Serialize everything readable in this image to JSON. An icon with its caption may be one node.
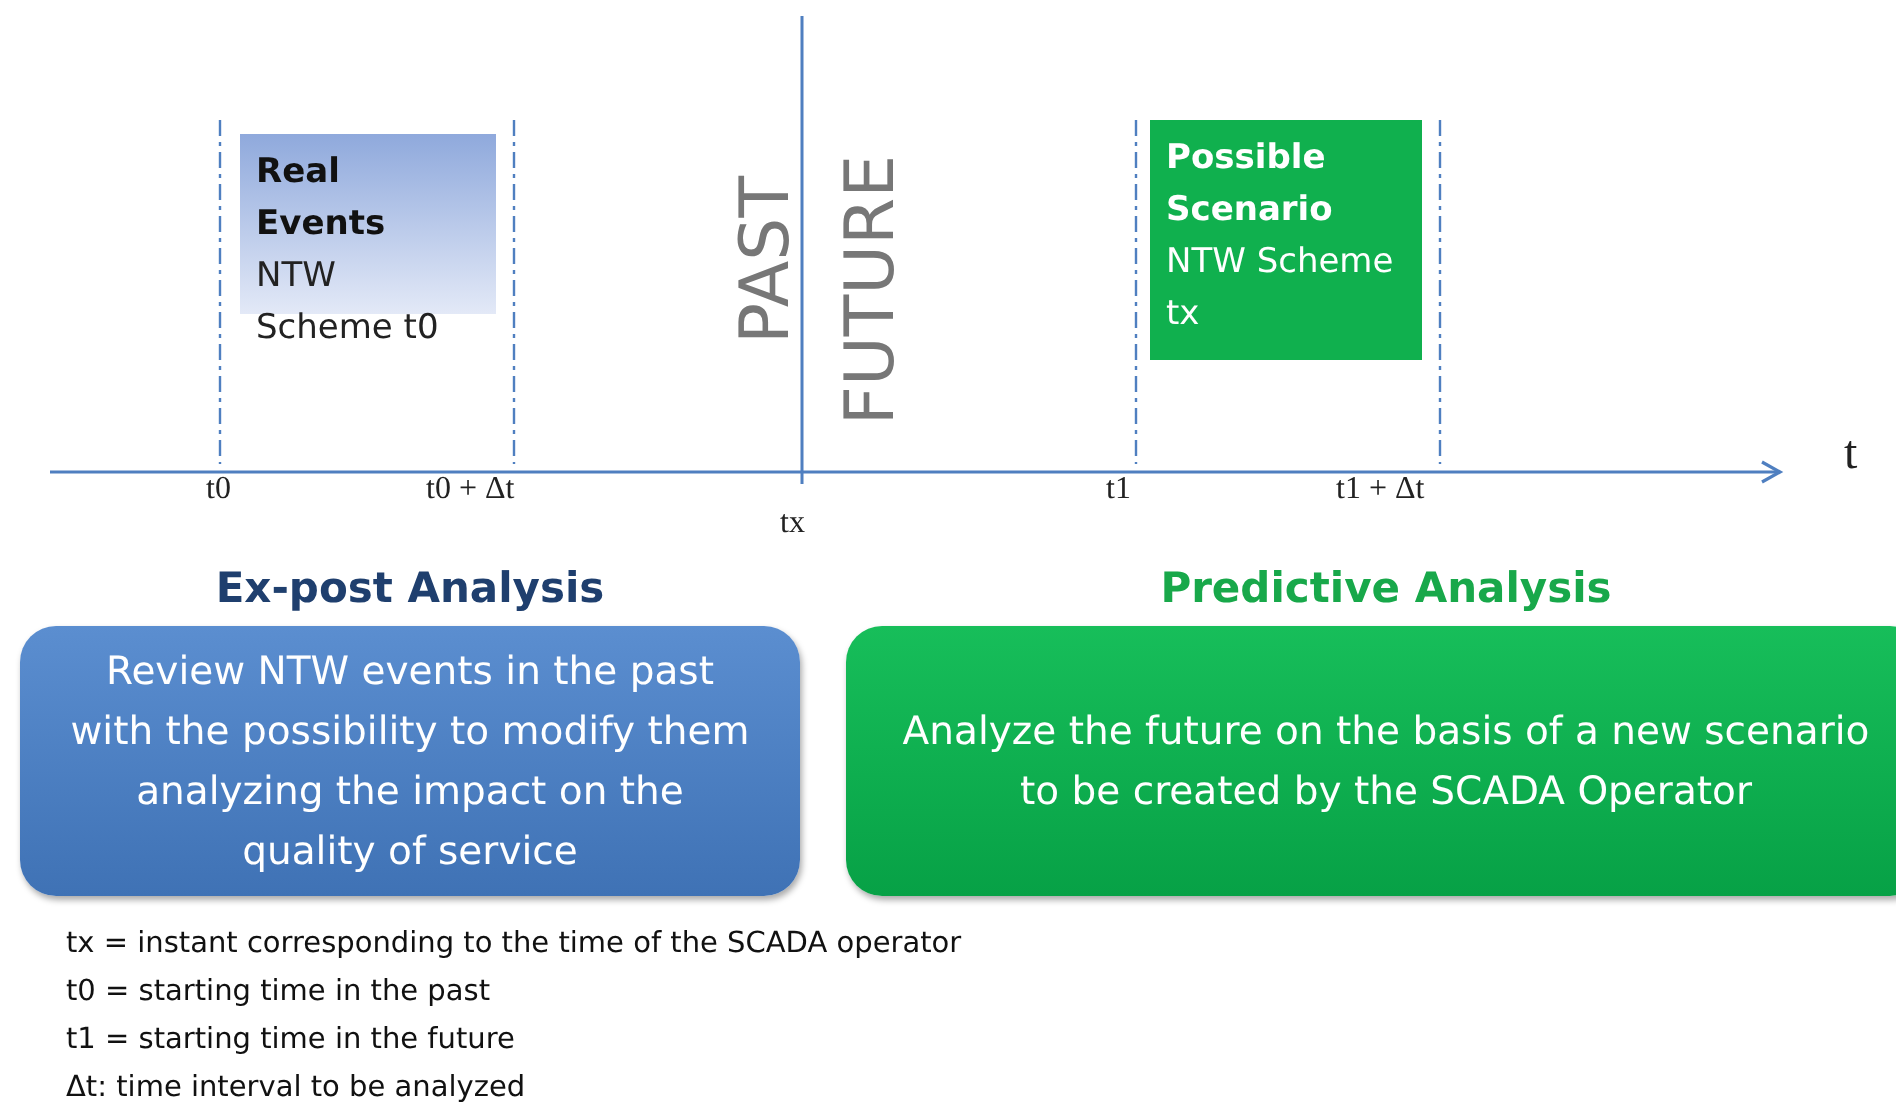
{
  "diagram": {
    "nodes": [
      {
        "text": [
          "Real Events",
          "NTW Scheme t0"
        ]
      },
      {
        "text": [
          "Possible Scenario",
          "NTW Scheme tx"
        ]
      },
      {
        "text": [
          "Ex-post Analysis",
          "Review NTW events in the past with the possibility to modify them analyzing the impact on the quality of service"
        ]
      },
      {
        "text": [
          "Predictive Analysis",
          "Analyze the future on the basis of a new scenario to be created by the SCADA Operator"
        ]
      }
    ],
    "edges": [],
    "labels": [
      "PAST",
      "FUTURE",
      "t",
      "t0",
      "t0 + Δt",
      "t1",
      "t1 + Δt",
      "tx",
      "tx = instant corresponding to the time of the SCADA operator",
      "t0 = starting time in the past",
      "t1 = starting time in the future",
      "Δt: time interval to be analyzed"
    ]
  }
}
